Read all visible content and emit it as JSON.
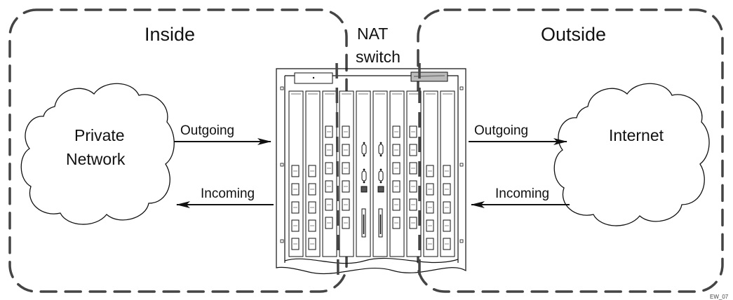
{
  "zones": {
    "inside": {
      "label": "Inside"
    },
    "outside": {
      "label": "Outside"
    }
  },
  "device": {
    "label_line1": "NAT",
    "label_line2": "switch"
  },
  "clouds": {
    "private": {
      "line1": "Private",
      "line2": "Network"
    },
    "internet": {
      "line1": "Internet"
    }
  },
  "flows": {
    "left_outgoing": "Outgoing",
    "left_incoming": "Incoming",
    "right_outgoing": "Outgoing",
    "right_incoming": "Incoming"
  },
  "figure_id": "EW_07"
}
